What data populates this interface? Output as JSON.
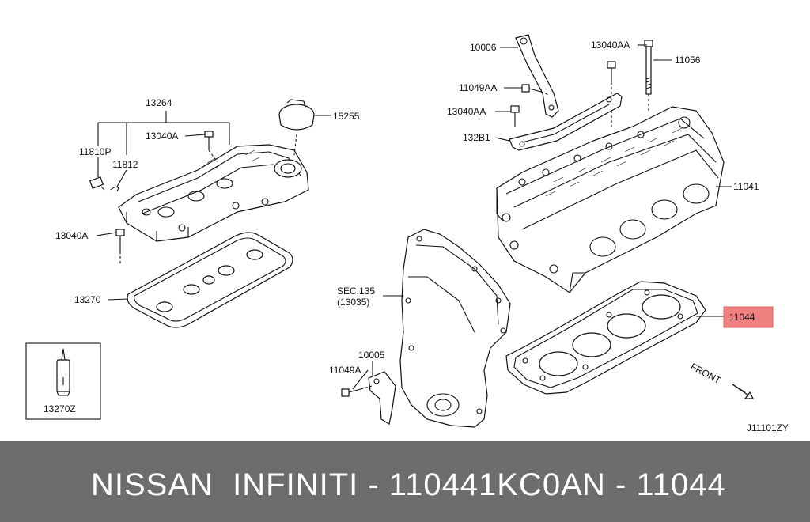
{
  "diagram": {
    "labels": {
      "p13264": "13264",
      "p13040A_top": "13040A",
      "p11810P": "11810P",
      "p11812": "11812",
      "p15255": "15255",
      "p13040A_bottom": "13040A",
      "p13270": "13270",
      "p13270Z": "13270Z",
      "p10006": "10006",
      "p13040AA_top": "13040AA",
      "p11056": "11056",
      "p11049AA": "11049AA",
      "p13040AA_mid": "13040AA",
      "p132B1": "132B1",
      "p11041": "11041",
      "sec135": "SEC.135",
      "sec13035": "(13035)",
      "p11044": "11044",
      "p10005": "10005",
      "p11049A": "11049A",
      "front": "FRONT",
      "diagram_id": "J11101ZY"
    },
    "highlight_color": "#f08080"
  },
  "footer": {
    "brand_text": "NISSAN  INFINITI - 110441KC0A",
    "ref_text": "N - 11044"
  },
  "colors": {
    "footer_bg": "#6d6d6d",
    "footer_text": "#ffffff"
  }
}
